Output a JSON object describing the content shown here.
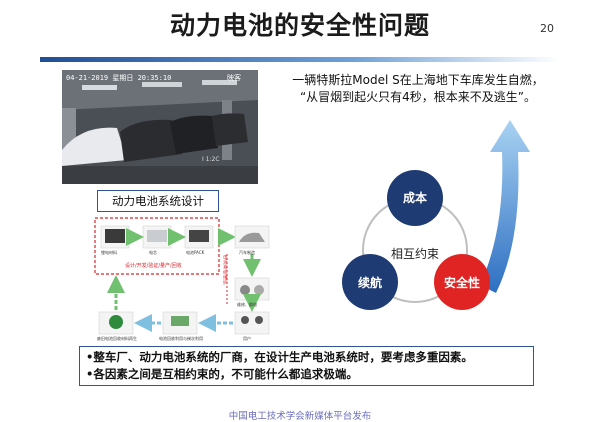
{
  "slide": {
    "title": "动力电池的安全性问题",
    "page_number": "20",
    "photo_timestamp": "04-21-2019 星期日 20:35:10",
    "photo_logo": "映客",
    "photo_plate": "Ⅰ 1:2C",
    "caption": "动力电池系统设计",
    "quote_line1": "一辆特斯拉Model S在上海地下车库发生自燃，",
    "quote_line2": "“从冒烟到起火只有4秒，根本来不及逃生”。",
    "note1": "•整车厂、动力电池系统的厂商，在设计生产电池系统时，要考虑多重因素。",
    "note2": "•各因素之间是互相约束的，不可能什么都追求极端。",
    "footer": "中国电工技术学会新媒体平台发布"
  },
  "triangle": {
    "center_label": "相互约束",
    "top": "成本",
    "left": "续航",
    "right": "安全性",
    "colors": {
      "blue": "#1f3b73",
      "red": "#e02424"
    }
  },
  "flow": {
    "box1": "锂电材料",
    "box2": "电芯",
    "box3": "电池PACK",
    "box4": "汽车制造",
    "box5": "维修、换电",
    "box6": "用户",
    "box7": "电池回收利用与梯次利用",
    "box8": "废旧电池回收材料再生",
    "red_note": "设计/开发/验证/量产/回收",
    "side_note": "电池系统维护"
  }
}
